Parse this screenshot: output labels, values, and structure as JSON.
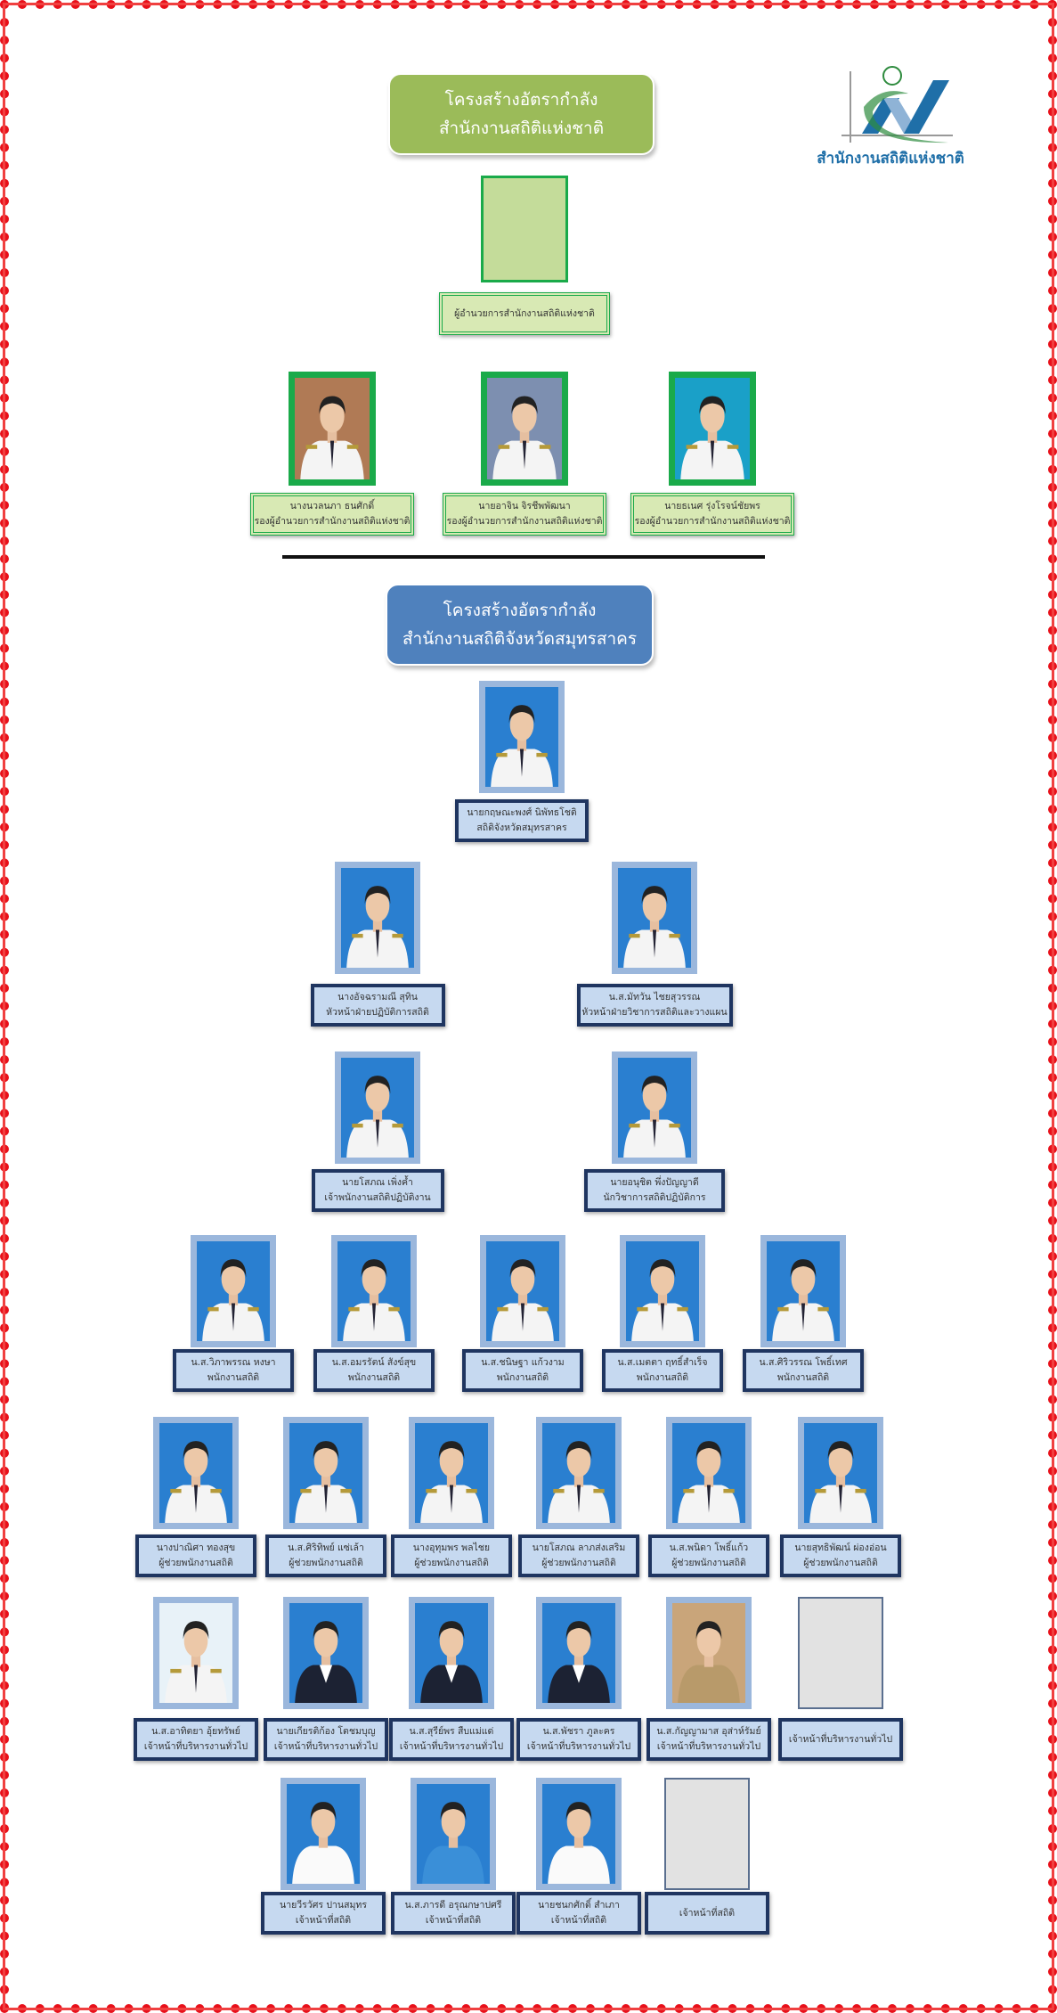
{
  "national": {
    "title_line1": "โครงสร้างอัตรากำลัง",
    "title_line2": "สำนักงานสถิติแห่งชาติ",
    "logo_text": "สำนักงานสถิติแห่งชาติ",
    "director": {
      "name": "",
      "position": "ผู้อำนวยการสำนักงานสถิติแห่งชาติ"
    },
    "deputies": [
      {
        "name": "นางนวลนภา ธนศักดิ์",
        "position": "รองผู้อำนวยการสำนักงานสถิติแห่งชาติ"
      },
      {
        "name": "นายอาจิน จิรชีพพัฒนา",
        "position": "รองผู้อำนวยการสำนักงานสถิติแห่งชาติ"
      },
      {
        "name": "นายธเนศ รุ่งโรจน์ชัยพร",
        "position": "รองผู้อำนวยการสำนักงานสถิติแห่งชาติ"
      }
    ]
  },
  "provincial": {
    "title_line1": "โครงสร้างอัตรากำลัง",
    "title_line2": "สำนักงานสถิติจังหวัดสมุทรสาคร",
    "rows": [
      [
        {
          "name": "นายกฤษณะพงศ์ นิพัทธโชติ",
          "position": "สถิติจังหวัดสมุทรสาคร"
        }
      ],
      [
        {
          "name": "นางอัจฉรามณี สุทิน",
          "position": "หัวหน้าฝ่ายปฏิบัติการสถิติ"
        },
        {
          "name": "น.ส.มัทวัน ไชยสุวรรณ",
          "position": "หัวหน้าฝ่ายวิชาการสถิติและวางแผน"
        }
      ],
      [
        {
          "name": "นายโสภณ เพิ่งค้ำ",
          "position": "เจ้าพนักงานสถิติปฏิบัติงาน"
        },
        {
          "name": "นายอนุชิต พึ่งปัญญาดี",
          "position": "นักวิชาการสถิติปฏิบัติการ"
        }
      ],
      [
        {
          "name": "น.ส.วิภาพรรณ หงษา",
          "position": "พนักงานสถิติ"
        },
        {
          "name": "น.ส.อมรรัตน์ สังข์สุข",
          "position": "พนักงานสถิติ"
        },
        {
          "name": "น.ส.ชนิษฐา แก้วงาม",
          "position": "พนักงานสถิติ"
        },
        {
          "name": "น.ส.เมตตา ฤทธิ์สำเร็จ",
          "position": "พนักงานสถิติ"
        },
        {
          "name": "น.ส.ศิริวรรณ โพธิ์เทศ",
          "position": "พนักงานสถิติ"
        }
      ],
      [
        {
          "name": "นางปาณิศา ทองสุข",
          "position": "ผู้ช่วยพนักงานสถิติ"
        },
        {
          "name": "น.ส.ศิริทิพย์ แซ่เล้า",
          "position": "ผู้ช่วยพนักงานสถิติ"
        },
        {
          "name": "นางอุทุมพร พลไชย",
          "position": "ผู้ช่วยพนักงานสถิติ"
        },
        {
          "name": "นายโสภณ ลาภส่งเสริม",
          "position": "ผู้ช่วยพนักงานสถิติ"
        },
        {
          "name": "น.ส.พนิดา โพธิ์แก้ว",
          "position": "ผู้ช่วยพนักงานสถิติ"
        },
        {
          "name": "นายสุทธิพัฒน์ ผ่องอ่อน",
          "position": "ผู้ช่วยพนักงานสถิติ"
        }
      ],
      [
        {
          "name": "น.ส.อาทิตยา อุ้ยทรัพย์",
          "position": "เจ้าหน้าที่บริหารงานทั่วไป"
        },
        {
          "name": "นายเกียรติก้อง โตชมบุญ",
          "position": "เจ้าหน้าที่บริหารงานทั่วไป"
        },
        {
          "name": "น.ส.สุรีย์พร สืบแม่แด่",
          "position": "เจ้าหน้าที่บริหารงานทั่วไป"
        },
        {
          "name": "น.ส.พัชรา ภูละคร",
          "position": "เจ้าหน้าที่บริหารงานทั่วไป"
        },
        {
          "name": "น.ส.กัญญามาส อุส่าห์รัมย์",
          "position": "เจ้าหน้าที่บริหารงานทั่วไป"
        },
        {
          "name": "",
          "position": "เจ้าหน้าที่บริหารงานทั่วไป"
        }
      ],
      [
        {
          "name": "นายวีรวัศร ปานสมุทร",
          "position": "เจ้าหน้าที่สถิติ"
        },
        {
          "name": "น.ส.ภารดี อรุณกษาปศรี",
          "position": "เจ้าหน้าที่สถิติ"
        },
        {
          "name": "นายชนกศักดิ์ สำเภา",
          "position": "เจ้าหน้าที่สถิติ"
        },
        {
          "name": "",
          "position": "เจ้าหน้าที่สถิติ"
        }
      ]
    ]
  }
}
